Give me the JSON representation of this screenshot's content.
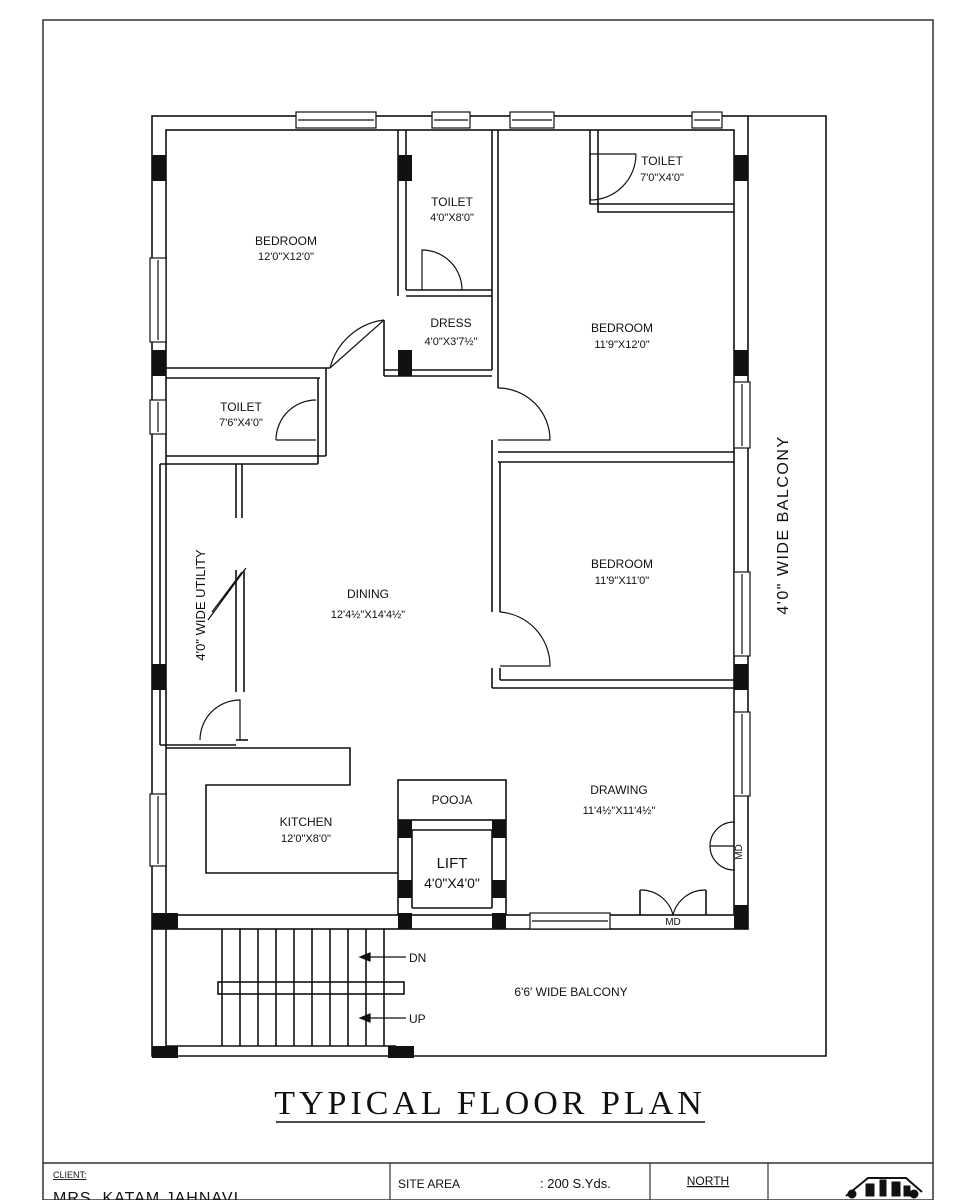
{
  "rooms": {
    "bedroom_nw": {
      "name": "BEDROOM",
      "size": "12'0\"X12'0\""
    },
    "toilet_mid": {
      "name": "TOILET",
      "size": "4'0\"X8'0\""
    },
    "toilet_ne": {
      "name": "TOILET",
      "size": "7'0\"X4'0\""
    },
    "dress": {
      "name": "DRESS",
      "size": "4'0\"X3'7½\""
    },
    "bedroom_ne": {
      "name": "BEDROOM",
      "size": "11'9\"X12'0\""
    },
    "toilet_w": {
      "name": "TOILET",
      "size": "7'6\"X4'0\""
    },
    "utility": {
      "name": "4'0\" WIDE UTILITY"
    },
    "dining": {
      "name": "DINING",
      "size": "12'4½\"X14'4½\""
    },
    "bedroom_e": {
      "name": "BEDROOM",
      "size": "11'9\"X11'0\""
    },
    "balcony_e": {
      "name": "4'0\" WIDE BALCONY"
    },
    "drawing": {
      "name": "DRAWING",
      "size": "11'4½\"X11'4½\""
    },
    "pooja": {
      "name": "POOJA"
    },
    "lift": {
      "name": "LIFT",
      "size": "4'0\"X4'0\""
    },
    "kitchen": {
      "name": "KITCHEN",
      "size": "12'0\"X8'0\""
    },
    "balcony_s": {
      "name": "6'6' WIDE BALCONY"
    }
  },
  "door_marks": {
    "main_door_1": "MD",
    "main_door_2": "MD"
  },
  "stairs": {
    "down": "DN",
    "up": "UP"
  },
  "title": "TYPICAL FLOOR PLAN",
  "title_block": {
    "client_label": "CLIENT:",
    "client_name": "MRS. KATAM JAHNAVI",
    "site_area_label": "SITE AREA",
    "site_area_value": ": 200 S.Yds.",
    "north_label": "NORTH"
  },
  "colors": {
    "ink": "#111111",
    "paper": "#ffffff",
    "border": "#333333"
  }
}
